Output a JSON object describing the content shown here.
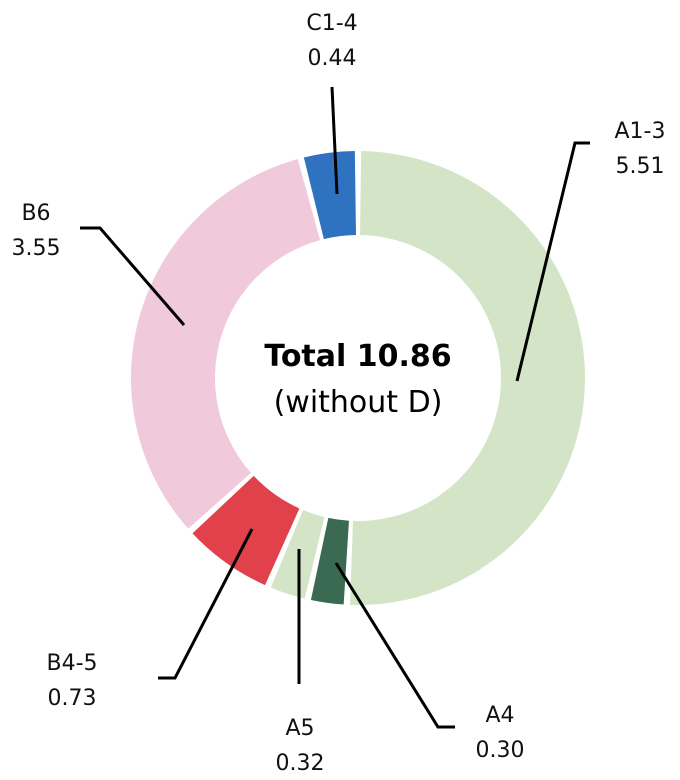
{
  "chart_data": {
    "type": "pie",
    "style": "donut",
    "center_label": {
      "title": "Total 10.86",
      "subtitle": "(without D)"
    },
    "slices": [
      {
        "label": "A1-3",
        "value": 5.51,
        "value_text": "5.51",
        "color": "#d4e5c7"
      },
      {
        "label": "A4",
        "value": 0.3,
        "value_text": "0.30",
        "color": "#3a6b52"
      },
      {
        "label": "A5",
        "value": 0.32,
        "value_text": "0.32",
        "color": "#d4e5c7"
      },
      {
        "label": "B4-5",
        "value": 0.73,
        "value_text": "0.73",
        "color": "#e0414b"
      },
      {
        "label": "B6",
        "value": 3.55,
        "value_text": "3.55",
        "color": "#f0c9da"
      },
      {
        "label": "C1-4",
        "value": 0.44,
        "value_text": "0.44",
        "color": "#2e72c0"
      }
    ]
  }
}
